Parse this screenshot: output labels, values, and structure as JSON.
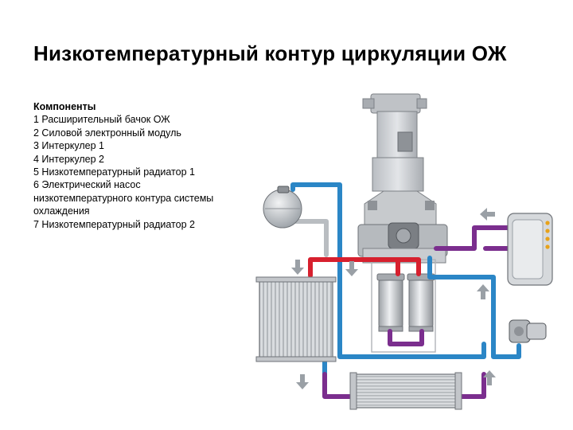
{
  "title": "Низкотемпературный контур циркуляции ОЖ",
  "legend": {
    "heading": "Компоненты",
    "items": [
      "1 Расширительный бачок ОЖ",
      "2 Силовой электронный модуль",
      "3 Интеркулер 1",
      "4 Интеркулер 2",
      "5 Низкотемпературный радиатор 1",
      "6 Электрический насос",
      "низкотемпературного контура системы",
      "охлаждения",
      "7 Низкотемпературный радиатор 2"
    ]
  },
  "colors": {
    "cold_line": "#2b86c6",
    "hot_line": "#d7202e",
    "return_line": "#7b2e8e",
    "component_fill": "#cfd2d6",
    "arrow": "#9aa0a6"
  }
}
